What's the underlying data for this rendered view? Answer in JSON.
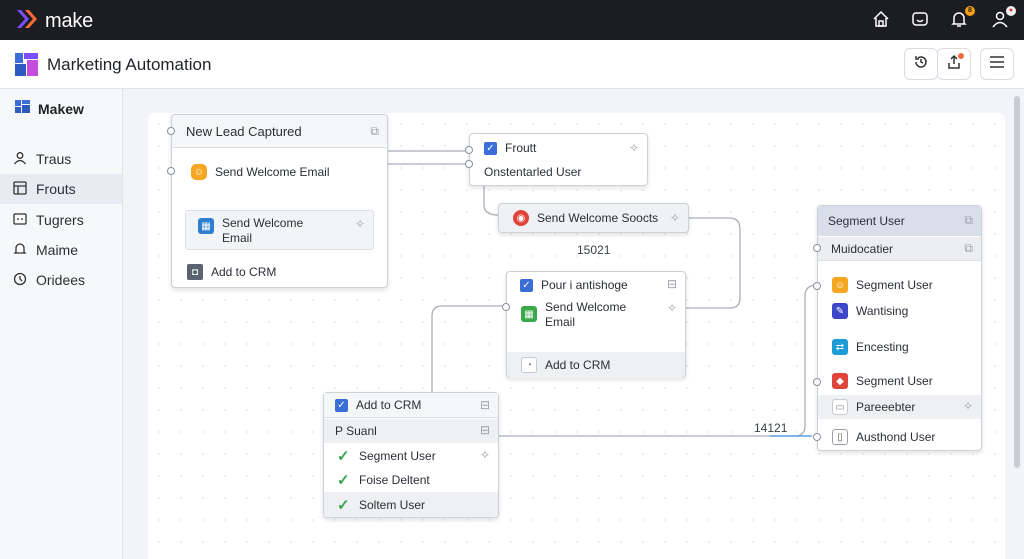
{
  "app": {
    "brand": "make",
    "title": "Marketing Automation"
  },
  "topbar_icons": [
    "home-icon",
    "smiley-icon",
    "bell-icon",
    "user-icon"
  ],
  "topbar_badges": {
    "bell": "8",
    "user": "●"
  },
  "sidebar": {
    "header": "Makew",
    "items": [
      {
        "label": "Traus",
        "icon": "user-icon"
      },
      {
        "label": "Frouts",
        "icon": "grid-icon",
        "active": true
      },
      {
        "label": "Tugrers",
        "icon": "card-icon"
      },
      {
        "label": "Maime",
        "icon": "bell-icon"
      },
      {
        "label": "Oridees",
        "icon": "clock-icon"
      }
    ]
  },
  "nodes": {
    "lead": {
      "title": "New Lead Captured",
      "rows": [
        "Send Welcome Email",
        "Send Welcome Email",
        "Add to CRM"
      ]
    },
    "frout": {
      "title": "Froutt",
      "sub": "Onstentarled User"
    },
    "send_socts": {
      "title": "Send Welcome Soocts"
    },
    "pour": {
      "title": "Pour i antishoge",
      "rows": [
        "Send Welcome Email",
        "Add to CRM"
      ]
    },
    "crm": {
      "title": "Add to CRM",
      "sub": "P Suanl",
      "rows": [
        "Segment User",
        "Foise Deltent",
        "Soltem User"
      ]
    },
    "segment": {
      "title": "Segment User",
      "sub": "Muidocatier",
      "rows": [
        "Segment User",
        "Wantising",
        "Encesting",
        "Segment User",
        "Pareeebter",
        "Austhond User"
      ]
    }
  },
  "link_labels": {
    "a": "15021",
    "b": "14121"
  },
  "colors": {
    "accent": "#3a6fd8",
    "topbar": "#1c1d22",
    "check": "#36a64f"
  }
}
